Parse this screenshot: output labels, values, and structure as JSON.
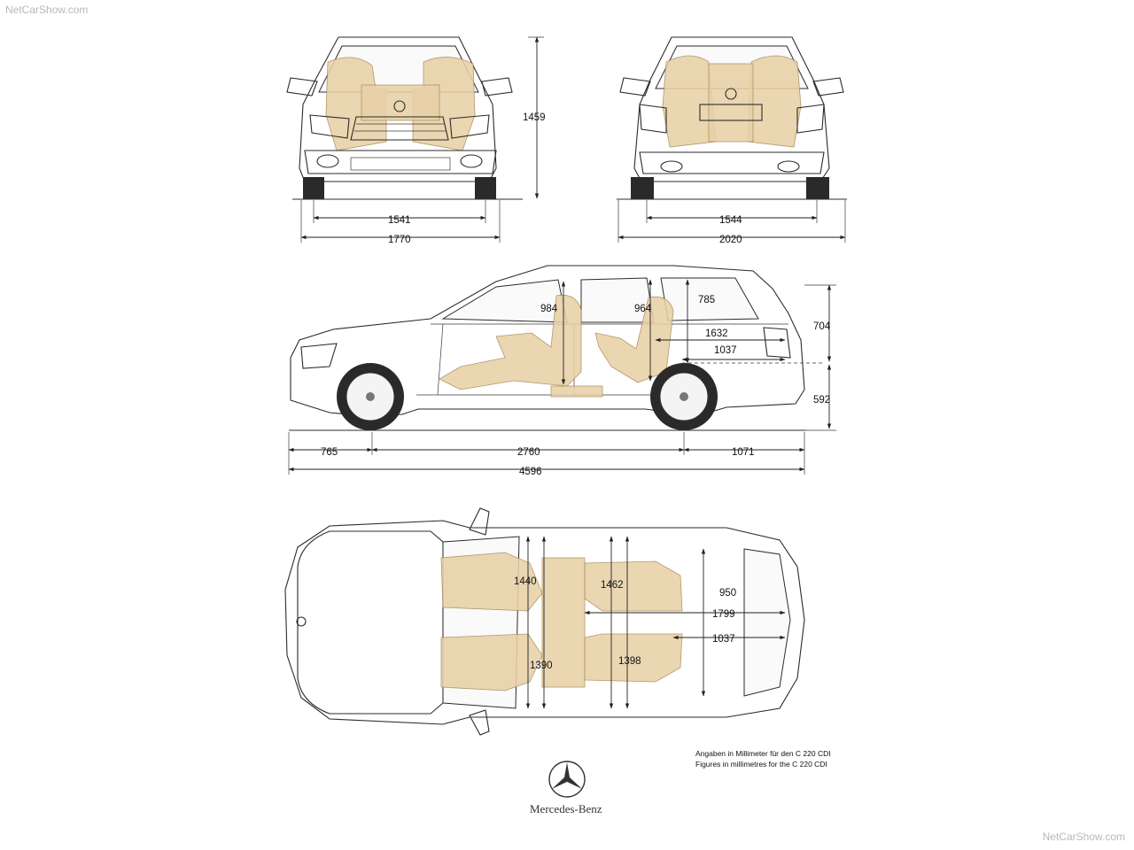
{
  "watermark": {
    "top": "NetCarShow.com",
    "bottom": "NetCarShow.com"
  },
  "front_view": {
    "height": "1459",
    "track": "1541",
    "width": "1770"
  },
  "rear_view": {
    "track": "1544",
    "width_mirrors": "2020"
  },
  "side_view": {
    "front_headroom": "984",
    "rear_headroom": "964",
    "load_height": "785",
    "tailgate_height": "704",
    "load_length_folded": "1632",
    "load_length": "1037",
    "sill_height": "592",
    "front_overhang": "765",
    "wheelbase": "2760",
    "rear_overhang": "1071",
    "length": "4596"
  },
  "top_view": {
    "front_shoulder": "1440",
    "rear_shoulder": "1462",
    "front_elbow": "1390",
    "rear_elbow": "1398",
    "load_width": "950",
    "load_length_folded": "1799",
    "load_length": "1037"
  },
  "footnote": {
    "de": "Angaben in Millimeter für den C 220 CDI",
    "en": "Figures in millimetres for the C 220 CDI"
  },
  "brand": {
    "name": "Mercedes-Benz",
    "logo": "mercedes-star-icon"
  }
}
